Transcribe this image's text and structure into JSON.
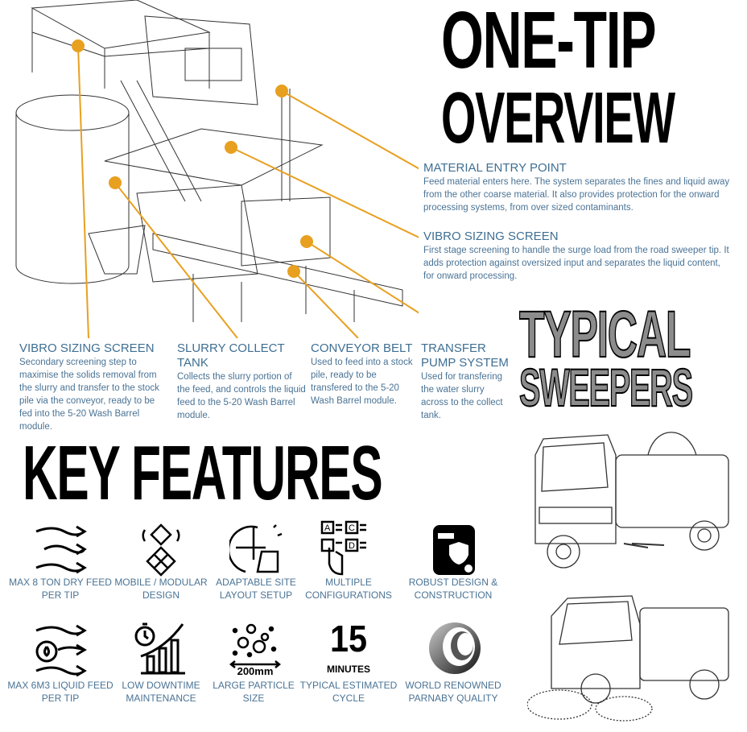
{
  "titles": {
    "one_tip": "ONE-TIP",
    "overview": "OVERVIEW",
    "typical": "TYPICAL",
    "sweepers": "SWEEPERS",
    "key_features": "KEY FEATURES"
  },
  "callouts": [
    {
      "title": "MATERIAL ENTRY POINT",
      "text": "Feed material enters here. The system separates the fines and liquid away from the other coarse material. It also provides protection for the onward processing systems, from over sized contaminants."
    },
    {
      "title": "VIBRO SIZING SCREEN",
      "text": "First stage screening to handle the surge load from the road sweeper tip. It adds protection against oversized input and separates the liquid content, for onward processing."
    },
    {
      "title": "VIBRO SIZING SCREEN",
      "text": "Secondary screening step to maximise the solids removal from the slurry and transfer to the stock pile via the conveyor, ready to be fed into the 5-20 Wash Barrel module."
    },
    {
      "title": "SLURRY COLLECT TANK",
      "text": "Collects the slurry portion of the feed, and controls the liquid feed to the 5-20 Wash Barrel module."
    },
    {
      "title": "CONVEYOR BELT",
      "text": "Used to feed into a stock pile, ready to be transfered to the 5-20 Wash Barrel module."
    },
    {
      "title": "TRANSFER PUMP SYSTEM",
      "text": "Used for transfering the water slurry across to the collect tank."
    }
  ],
  "features": [
    {
      "label": "MAX 8 TON DRY FEED PER TIP",
      "icon": "flow-arrows-icon"
    },
    {
      "label": "MOBILE / MODULAR DESIGN",
      "icon": "modular-diamonds-icon"
    },
    {
      "label": "ADAPTABLE SITE LAYOUT SETUP",
      "icon": "puzzle-globe-icon"
    },
    {
      "label": "MULTIPLE CONFIGURATIONS",
      "icon": "abcd-options-icon"
    },
    {
      "label": "ROBUST DESIGN & CONSTRUCTION",
      "icon": "shield-hammer-icon"
    },
    {
      "label": "MAX 6M3 LIQUID FEED PER TIP",
      "icon": "liquid-flow-icon"
    },
    {
      "label": "LOW DOWNTIME MAINTENANCE",
      "icon": "stopwatch-chart-icon"
    },
    {
      "label": "LARGE  PARTICLE SIZE",
      "icon": "particles-icon",
      "value": "200mm"
    },
    {
      "label": "TYPICAL ESTIMATED CYCLE",
      "icon": "number-icon",
      "value": "15",
      "unit": "MINUTES"
    },
    {
      "label": "WORLD RENOWNED PARNABY QUALITY",
      "icon": "parnaby-logo-icon"
    }
  ],
  "colors": {
    "accent": "#e8a020",
    "text": "#4a7395"
  }
}
